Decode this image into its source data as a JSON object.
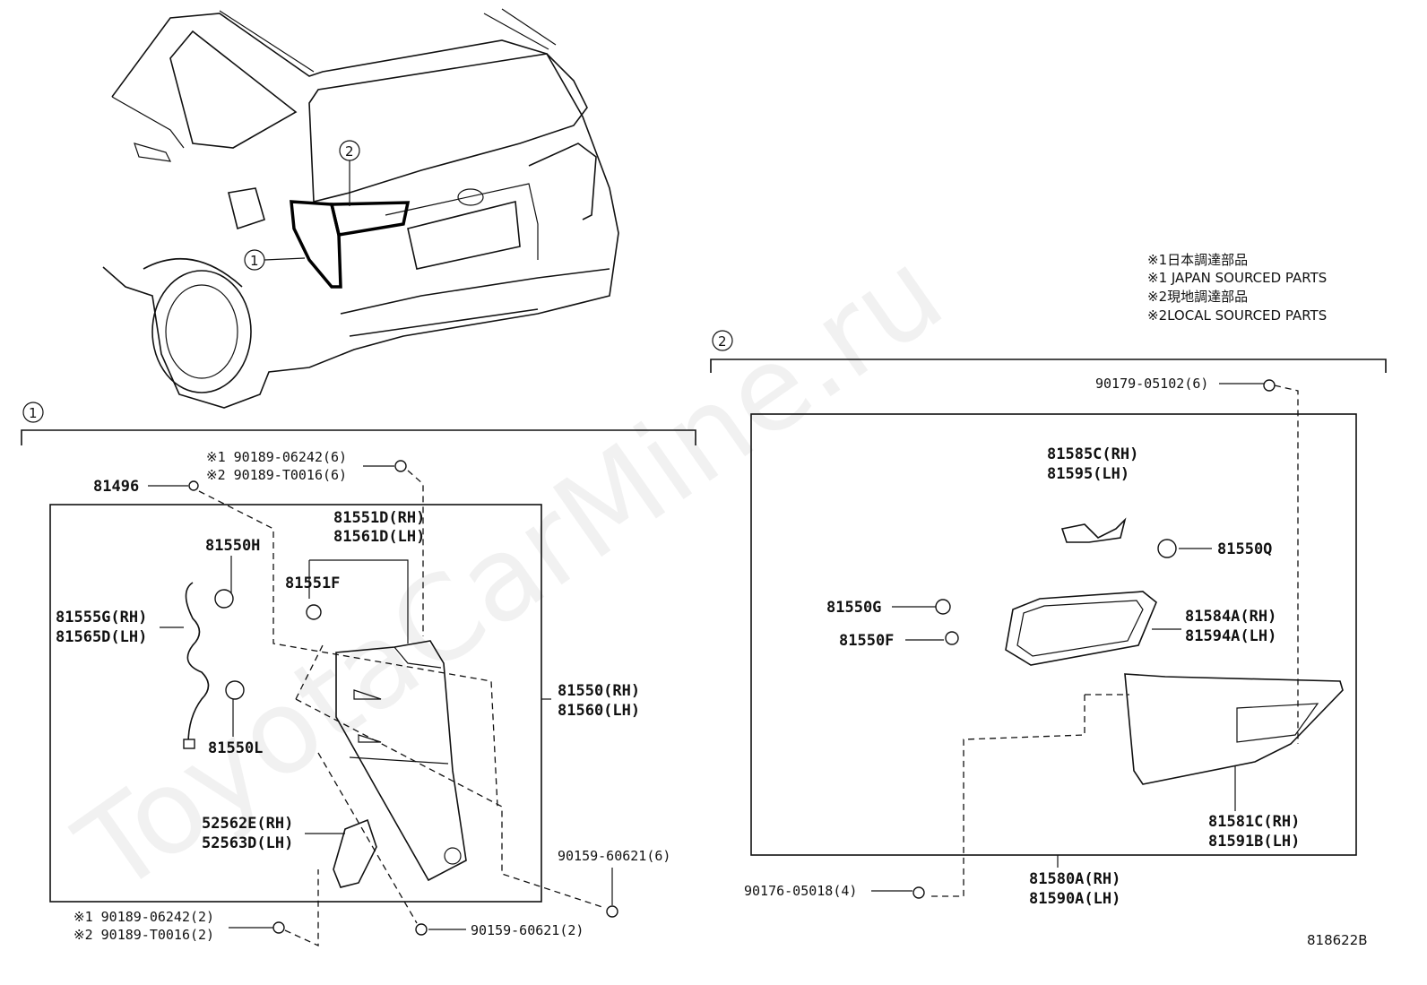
{
  "watermark": "ToyotaCarMine.ru",
  "diagram_id": "818622B",
  "notes": [
    "※1日本調達部品",
    "※1 JAPAN SOURCED PARTS",
    "※2現地調達部品",
    "※2LOCAL SOURCED PARTS"
  ],
  "callouts": {
    "one": "1",
    "two": "2"
  },
  "group1_parts": {
    "p81496": "81496",
    "p90189_06242_6": "※1 90189-06242(6)",
    "p90189_T0016_6": "※2 90189-T0016(6)",
    "p81551D": "81551D(RH)",
    "p81561D": "81561D(LH)",
    "p81550H": "81550H",
    "p81551F": "81551F",
    "p81555G": "81555G(RH)",
    "p81565D": "81565D(LH)",
    "p81550": "81550(RH)",
    "p81560": "81560(LH)",
    "p81550L": "81550L",
    "p52562E": "52562E(RH)",
    "p52563D": "52563D(LH)",
    "p90159_60621_6": "90159-60621(6)",
    "p90189_06242_2": "※1 90189-06242(2)",
    "p90189_T0016_2": "※2 90189-T0016(2)",
    "p90159_60621_2": "90159-60621(2)"
  },
  "group2_parts": {
    "p90179_05102": "90179-05102(6)",
    "p81585C": "81585C(RH)",
    "p81595": "81595(LH)",
    "p81550Q": "81550Q",
    "p81550G": "81550G",
    "p81550F": "81550F",
    "p81584A": "81584A(RH)",
    "p81594A": "81594A(LH)",
    "p81581C": "81581C(RH)",
    "p81591B": "81591B(LH)",
    "p90176_05018": "90176-05018(4)",
    "p81580A": "81580A(RH)",
    "p81590A": "81590A(LH)"
  }
}
